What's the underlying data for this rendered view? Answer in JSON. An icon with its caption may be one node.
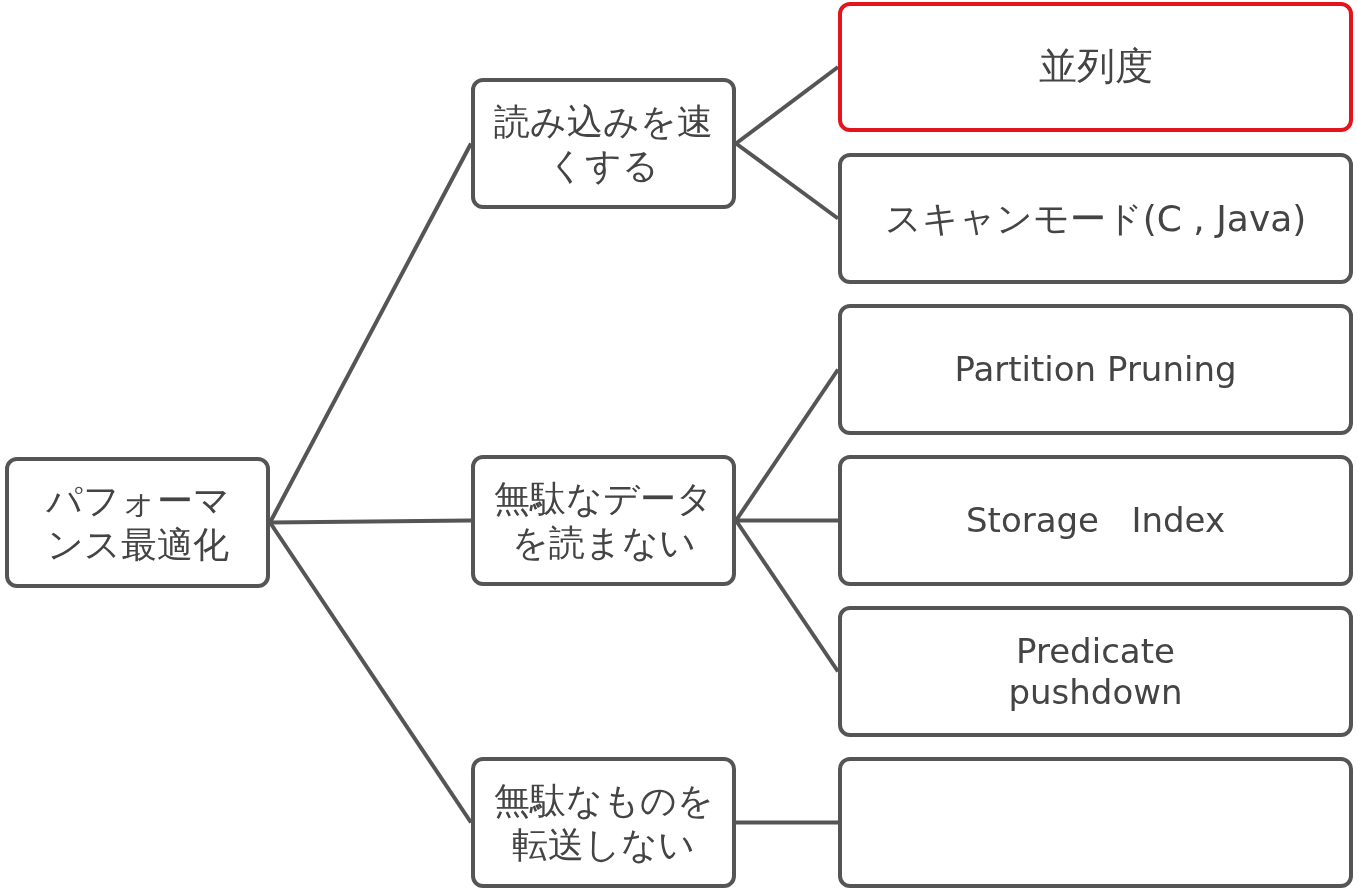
{
  "diagram": {
    "nodes": [
      {
        "text": [
          "パフォーマンス最適化"
        ]
      },
      {
        "text": [
          "読み込みを速くする"
        ]
      },
      {
        "text": [
          "無駄なデータを読まない"
        ]
      },
      {
        "text": [
          "無駄なものを転送しない"
        ]
      },
      {
        "text": [
          "並列度"
        ]
      },
      {
        "text": [
          "スキャンモード(C , Java)"
        ]
      },
      {
        "text": [
          "Partition Pruning"
        ]
      },
      {
        "text": [
          "Storage   Index"
        ]
      },
      {
        "text": [
          "Predicate pushdown"
        ]
      },
      {
        "text": [],
        "shape": "box"
      }
    ],
    "edges": [
      {
        "from": 0,
        "to": 1,
        "arrow": "none"
      },
      {
        "from": 0,
        "to": 2,
        "arrow": "none"
      },
      {
        "from": 0,
        "to": 3,
        "arrow": "none"
      },
      {
        "from": 1,
        "to": 4,
        "arrow": "none"
      },
      {
        "from": 1,
        "to": 5,
        "arrow": "none"
      },
      {
        "from": 2,
        "to": 6,
        "arrow": "none"
      },
      {
        "from": 2,
        "to": 7,
        "arrow": "none"
      },
      {
        "from": 2,
        "to": 8,
        "arrow": "none"
      },
      {
        "from": 3,
        "to": 9,
        "arrow": "none"
      }
    ]
  }
}
